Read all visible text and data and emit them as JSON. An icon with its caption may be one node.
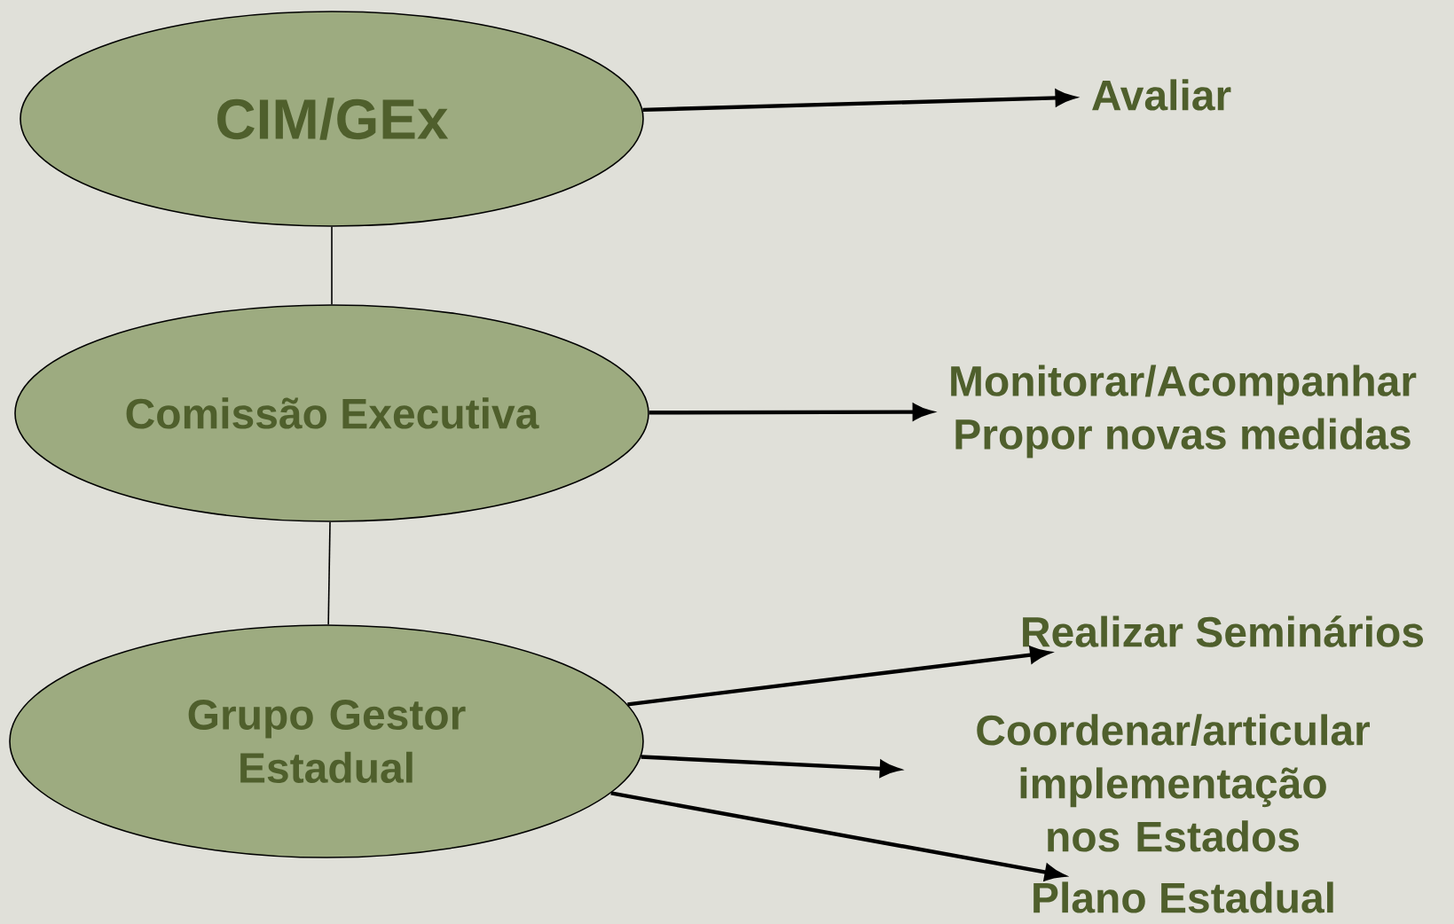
{
  "diagram": {
    "nodes": [
      {
        "text": [
          "CIM/GEx"
        ]
      },
      {
        "text": [
          "Comissão Executiva"
        ]
      },
      {
        "text": [
          "Grupo Gestor Estadual"
        ]
      },
      {
        "text": [
          "Avaliar"
        ]
      },
      {
        "text": [
          "Monitorar/Acompanhar",
          "Propor novas medidas"
        ]
      },
      {
        "text": [
          "Realizar Seminários"
        ]
      },
      {
        "text": [
          "Coordenar/articular implementação nos Estados"
        ]
      },
      {
        "text": [
          "Plano Estadual"
        ]
      }
    ],
    "edges": [
      {
        "from": 0,
        "to": 1,
        "arrow": "none"
      },
      {
        "from": 1,
        "to": 2,
        "arrow": "none"
      },
      {
        "from": 0,
        "to": 3,
        "arrow": "to"
      },
      {
        "from": 1,
        "to": 4,
        "arrow": "to"
      },
      {
        "from": 2,
        "to": 5,
        "arrow": "to"
      },
      {
        "from": 2,
        "to": 6,
        "arrow": "to"
      },
      {
        "from": 2,
        "to": 7,
        "arrow": "to"
      }
    ]
  }
}
